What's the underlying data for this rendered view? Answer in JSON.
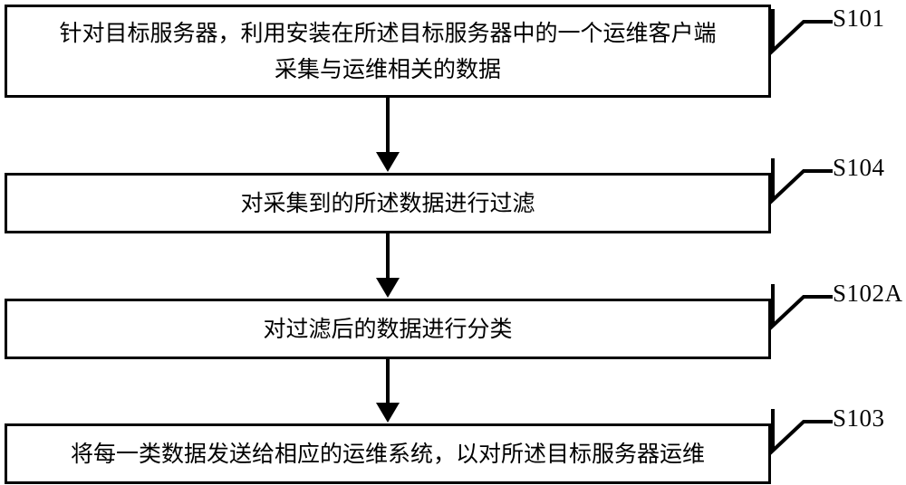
{
  "diagram": {
    "type": "flowchart",
    "orientation": "vertical",
    "background_color": "#ffffff",
    "line_color": "#000000",
    "steps": [
      {
        "id": "S101",
        "label": "S101",
        "text": "针对目标服务器，利用安装在所述目标服务器中的一个运维客户端\n采集与运维相关的数据"
      },
      {
        "id": "S104",
        "label": "S104",
        "text": "对采集到的所述数据进行过滤"
      },
      {
        "id": "S102A",
        "label": "S102A",
        "text": "对过滤后的数据进行分类"
      },
      {
        "id": "S103",
        "label": "S103",
        "text": "将每一类数据发送给相应的运维系统，以对所述目标服务器运维"
      }
    ],
    "connectors": [
      {
        "from": "S101",
        "to": "S104",
        "style": "solid-arrow-down"
      },
      {
        "from": "S104",
        "to": "S102A",
        "style": "solid-arrow-down"
      },
      {
        "from": "S102A",
        "to": "S103",
        "style": "solid-arrow-down"
      }
    ]
  }
}
